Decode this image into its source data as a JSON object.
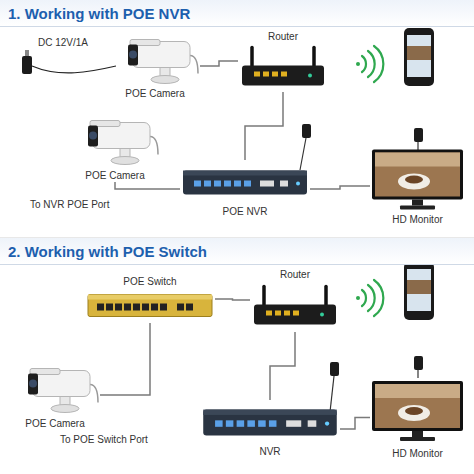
{
  "diagram": {
    "nodes": [
      {
        "text": [
          "1. Working with POE NVR"
        ]
      },
      {
        "text": [
          "POE Camera"
        ],
        "in": 0
      },
      {
        "text": [
          "Router"
        ],
        "in": 0
      },
      {
        "text": [
          "POE Camera"
        ],
        "in": 0
      },
      {
        "text": [
          "POE NVR"
        ],
        "in": 0
      },
      {
        "text": [
          "HD Monitor"
        ],
        "in": 0
      },
      {
        "text": [
          "2. Working with POE Switch"
        ]
      },
      {
        "text": [
          "POE Switch"
        ],
        "in": 6
      },
      {
        "text": [
          "Router"
        ],
        "in": 6
      },
      {
        "text": [
          "POE Camera"
        ],
        "in": 6
      },
      {
        "text": [
          "NVR"
        ],
        "in": 6
      },
      {
        "text": [
          "HD Monitor"
        ],
        "in": 6
      }
    ],
    "edges": [
      {
        "from": 1,
        "to": 2,
        "arrow": "none"
      },
      {
        "from": 3,
        "to": 4,
        "label": "To NVR POE Port",
        "arrow": "none"
      },
      {
        "from": 4,
        "to": 2,
        "arrow": "none"
      },
      {
        "from": 4,
        "to": 5,
        "arrow": "none"
      },
      {
        "from": 9,
        "to": 7,
        "label": "To POE Switch Port",
        "arrow": "none"
      },
      {
        "from": 7,
        "to": 8,
        "arrow": "none"
      },
      {
        "from": 8,
        "to": 10,
        "arrow": "none"
      },
      {
        "from": 10,
        "to": 11,
        "arrow": "none"
      }
    ],
    "labels": [
      "DC 12V/1A"
    ]
  }
}
